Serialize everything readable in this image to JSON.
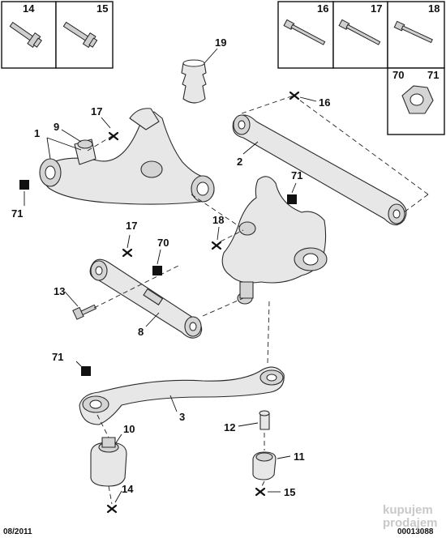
{
  "labels": {
    "p1": "1",
    "p2": "2",
    "p3": "3",
    "p8": "8",
    "p9": "9",
    "p10": "10",
    "p11": "11",
    "p12": "12",
    "p13": "13",
    "p14_box": "14",
    "p14_bottom": "14",
    "p15_box": "15",
    "p15_bottom": "15",
    "p16_box": "16",
    "p16_side": "16",
    "p17_box": "17",
    "p17_upper": "17",
    "p17_mid": "17",
    "p18_box": "18",
    "p18_side": "18",
    "p19": "19",
    "p70_box": "70",
    "p70_side": "70",
    "p71_box": "71",
    "p71_left": "71",
    "p71_mid": "71",
    "p71_lower": "71"
  },
  "footer": {
    "date": "08/2011",
    "ref": "00013088"
  },
  "watermark": {
    "line1": "kupujem",
    "line2": "prodajem"
  }
}
